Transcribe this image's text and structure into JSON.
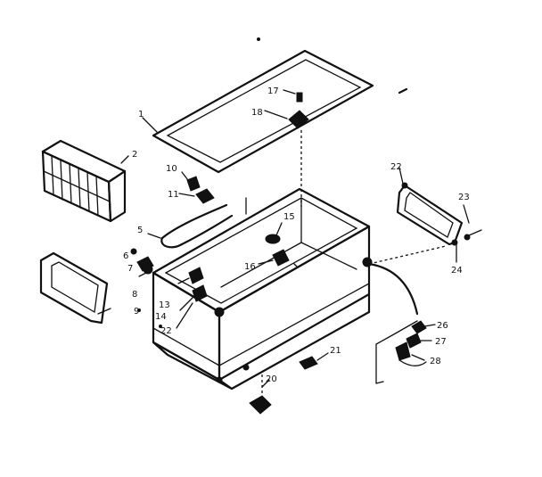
{
  "callouts": [
    {
      "id": "c1",
      "text": "1"
    },
    {
      "id": "c2",
      "text": "2"
    },
    {
      "id": "c5",
      "text": "5"
    },
    {
      "id": "c6",
      "text": "6"
    },
    {
      "id": "c7",
      "text": "7"
    },
    {
      "id": "c8",
      "text": "8"
    },
    {
      "id": "c9",
      "text": "9"
    },
    {
      "id": "c10",
      "text": "10"
    },
    {
      "id": "c11",
      "text": "11"
    },
    {
      "id": "c13",
      "text": "13"
    },
    {
      "id": "c14",
      "text": "14"
    },
    {
      "id": "c15",
      "text": "15"
    },
    {
      "id": "c16",
      "text": "16"
    },
    {
      "id": "c17",
      "text": "17"
    },
    {
      "id": "c18",
      "text": "18"
    },
    {
      "id": "c20",
      "text": "20"
    },
    {
      "id": "c21",
      "text": "21"
    },
    {
      "id": "c22a",
      "text": "22"
    },
    {
      "id": "c22b",
      "text": "22"
    },
    {
      "id": "c23",
      "text": "23"
    },
    {
      "id": "c24",
      "text": "24"
    },
    {
      "id": "c26",
      "text": "26"
    },
    {
      "id": "c27",
      "text": "27"
    },
    {
      "id": "c28",
      "text": "28"
    }
  ]
}
